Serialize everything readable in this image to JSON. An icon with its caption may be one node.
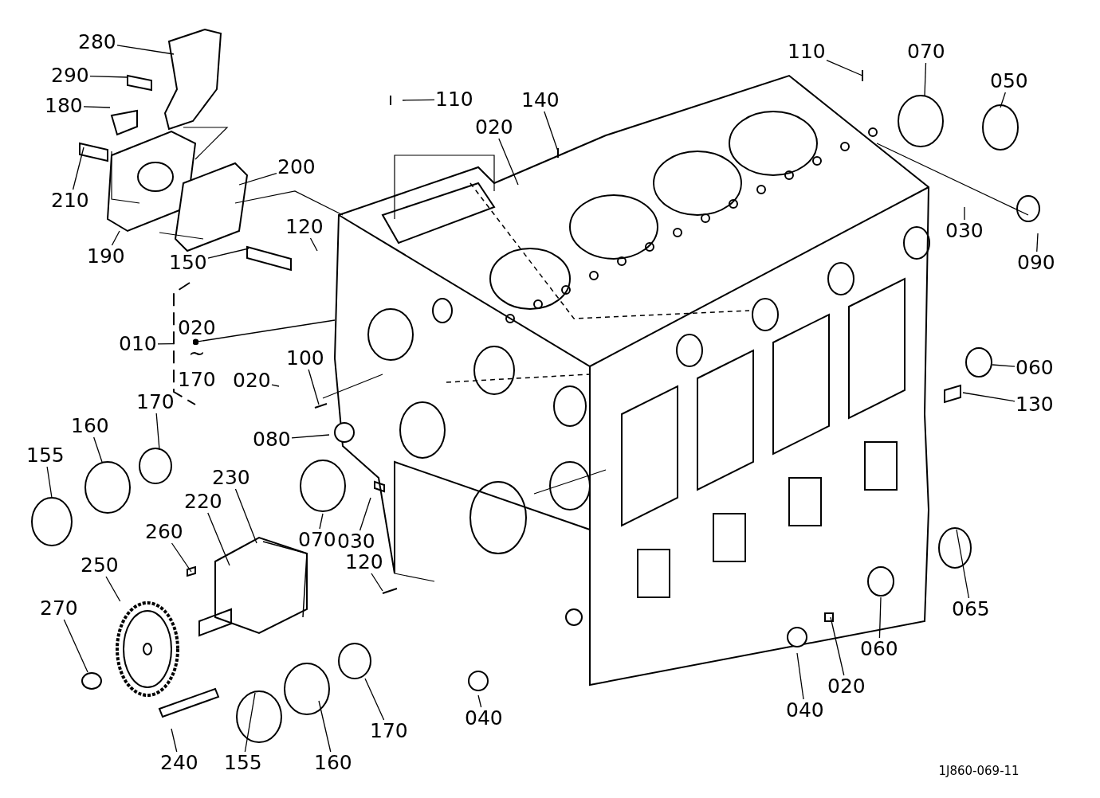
{
  "diagram": {
    "nodes": [
      {
        "text": [
          "280"
        ]
      },
      {
        "text": [
          "290"
        ]
      },
      {
        "text": [
          "180"
        ]
      },
      {
        "text": [
          "210"
        ]
      },
      {
        "text": [
          "190"
        ]
      },
      {
        "text": [
          "200"
        ]
      },
      {
        "text": [
          "110"
        ]
      },
      {
        "text": [
          "140"
        ]
      },
      {
        "text": [
          "020"
        ]
      },
      {
        "text": [
          "110"
        ]
      },
      {
        "text": [
          "070"
        ]
      },
      {
        "text": [
          "050"
        ]
      },
      {
        "text": [
          "030"
        ]
      },
      {
        "text": [
          "090"
        ]
      },
      {
        "text": [
          "120"
        ]
      },
      {
        "text": [
          "150"
        ]
      },
      {
        "text": [
          "010"
        ]
      },
      {
        "text": [
          "100"
        ]
      },
      {
        "text": [
          "020"
        ]
      },
      {
        "text": [
          "060"
        ]
      },
      {
        "text": [
          "130"
        ]
      },
      {
        "text": [
          "170"
        ]
      },
      {
        "text": [
          "160"
        ]
      },
      {
        "text": [
          "155"
        ]
      },
      {
        "text": [
          "080"
        ]
      },
      {
        "text": [
          "230"
        ]
      },
      {
        "text": [
          "220"
        ]
      },
      {
        "text": [
          "070"
        ]
      },
      {
        "text": [
          "030"
        ]
      },
      {
        "text": [
          "260"
        ]
      },
      {
        "text": [
          "250"
        ]
      },
      {
        "text": [
          "120"
        ]
      },
      {
        "text": [
          "270"
        ]
      },
      {
        "text": [
          "065"
        ]
      },
      {
        "text": [
          "060"
        ]
      },
      {
        "text": [
          "020"
        ]
      },
      {
        "text": [
          "040"
        ]
      },
      {
        "text": [
          "040"
        ]
      },
      {
        "text": [
          "170"
        ]
      },
      {
        "text": [
          "240"
        ]
      },
      {
        "text": [
          "155"
        ]
      },
      {
        "text": [
          "160"
        ]
      },
      {
        "text": [],
        "shape": "bracket"
      },
      {
        "text": [],
        "shape": "circle"
      },
      {
        "text": [],
        "shape": "picture"
      }
    ],
    "edges": [
      {
        "from": 0,
        "to": null,
        "arrow": "none"
      },
      {
        "from": 1,
        "to": null,
        "arrow": "none"
      },
      {
        "from": 2,
        "to": null,
        "arrow": "none"
      },
      {
        "from": 3,
        "to": null,
        "arrow": "none"
      },
      {
        "from": 4,
        "to": null,
        "arrow": "none"
      },
      {
        "from": 5,
        "to": null,
        "arrow": "none"
      },
      {
        "from": 6,
        "to": null,
        "arrow": "none"
      },
      {
        "from": 7,
        "to": null,
        "arrow": "none"
      },
      {
        "from": 8,
        "to": null,
        "arrow": "none"
      },
      {
        "from": 9,
        "to": null,
        "arrow": "none"
      },
      {
        "from": 10,
        "to": null,
        "arrow": "none"
      },
      {
        "from": 11,
        "to": null,
        "arrow": "none"
      },
      {
        "from": 12,
        "to": null,
        "arrow": "none"
      },
      {
        "from": 13,
        "to": null,
        "arrow": "none"
      },
      {
        "from": 14,
        "to": null,
        "arrow": "none"
      },
      {
        "from": 15,
        "to": null,
        "arrow": "none"
      },
      {
        "from": 16,
        "to": 42,
        "arrow": "none"
      },
      {
        "from": 17,
        "to": null,
        "arrow": "none"
      },
      {
        "from": 18,
        "to": null,
        "arrow": "none"
      },
      {
        "from": 19,
        "to": null,
        "arrow": "none"
      },
      {
        "from": 20,
        "to": null,
        "arrow": "none"
      },
      {
        "from": 21,
        "to": null,
        "arrow": "none"
      },
      {
        "from": 22,
        "to": null,
        "arrow": "none"
      },
      {
        "from": 23,
        "to": null,
        "arrow": "none"
      },
      {
        "from": 24,
        "to": null,
        "arrow": "none"
      },
      {
        "from": 25,
        "to": null,
        "arrow": "none"
      },
      {
        "from": 26,
        "to": null,
        "arrow": "none"
      },
      {
        "from": 27,
        "to": null,
        "arrow": "none"
      },
      {
        "from": 28,
        "to": null,
        "arrow": "none"
      },
      {
        "from": 29,
        "to": null,
        "arrow": "none"
      },
      {
        "from": 30,
        "to": 44,
        "arrow": "none"
      },
      {
        "from": 31,
        "to": null,
        "arrow": "none"
      },
      {
        "from": 32,
        "to": 43,
        "arrow": "none"
      },
      {
        "from": 33,
        "to": null,
        "arrow": "none"
      },
      {
        "from": 34,
        "to": null,
        "arrow": "none"
      },
      {
        "from": 35,
        "to": null,
        "arrow": "none"
      },
      {
        "from": 36,
        "to": null,
        "arrow": "none"
      },
      {
        "from": 37,
        "to": null,
        "arrow": "none"
      },
      {
        "from": 38,
        "to": null,
        "arrow": "none"
      },
      {
        "from": 39,
        "to": null,
        "arrow": "none"
      },
      {
        "from": 40,
        "to": null,
        "arrow": "none"
      },
      {
        "from": 41,
        "to": null,
        "arrow": "none"
      },
      {
        "from": 42,
        "to": null,
        "arrow": "other"
      }
    ],
    "labels": [
      "020",
      "~",
      "170",
      "1J860-069-11"
    ]
  }
}
